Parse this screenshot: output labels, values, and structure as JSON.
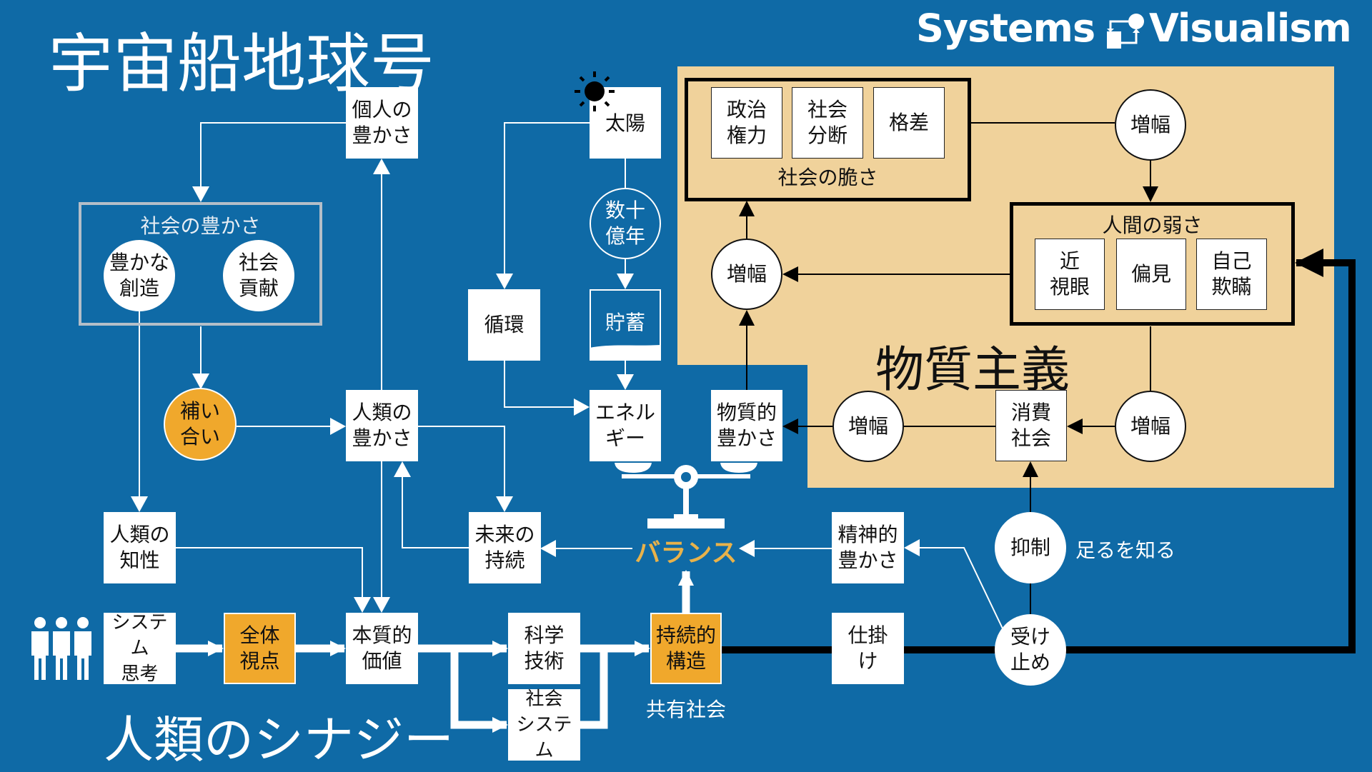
{
  "title": "宇宙船地球号",
  "logo": {
    "left": "Systems",
    "right": "Visualism",
    "icon": "systems-loop-icon"
  },
  "colors": {
    "background": "#0f6aa6",
    "panel": "#f0d29b",
    "accent_orange": "#f0a82c",
    "balance_gold": "#e8b24a",
    "white": "#ffffff",
    "black": "#000000"
  },
  "left_section": {
    "personal_wealth": "個人の\n豊かさ",
    "social_wealth": {
      "label": "社会の豊かさ",
      "items": [
        "豊かな\n創造",
        "社会\n貢献"
      ]
    },
    "complement": "補い\n合い",
    "human_wealth": "人類の\n豊かさ",
    "human_intellect": "人類の\n知性",
    "future_sustain": "未来の\n持続"
  },
  "energy_section": {
    "sun": "太陽",
    "sun_icon": "sun-icon",
    "billions_years": "数十\n億年",
    "cycle": "循環",
    "storage": "貯蓄",
    "energy": "エネル\nギー",
    "material_wealth": "物質的\n豊かさ",
    "balance": "バランス",
    "balance_icon": "scale-icon"
  },
  "materialism_panel": {
    "title": "物質主義",
    "social_fragility": {
      "label": "社会の脆さ",
      "items": [
        "政治\n権力",
        "社会\n分断",
        "格差"
      ]
    },
    "human_weakness": {
      "label": "人間の弱さ",
      "items": [
        "近\n視眼",
        "偏見",
        "自己\n欺瞞"
      ]
    },
    "amplify_label": "増幅",
    "consumer_society": "消費\n社会"
  },
  "right_lower": {
    "spiritual_wealth": "精神的\n豊かさ",
    "restraint": "抑制",
    "know_enough": "足るを知る",
    "mechanism": "仕掛\nけ",
    "acceptance": "受け\n止め"
  },
  "synergy_section": {
    "title": "人類のシナジー",
    "people_icon": "people-icon",
    "systems_thinking": "システム\n思考",
    "holistic_view": "全体\n視点",
    "essential_value": "本質的\n価値",
    "science_tech": "科学\n技術",
    "social_system": "社会\nシステム",
    "sustainable_structure": "持続的\n構造",
    "shared_society": "共有社会"
  }
}
